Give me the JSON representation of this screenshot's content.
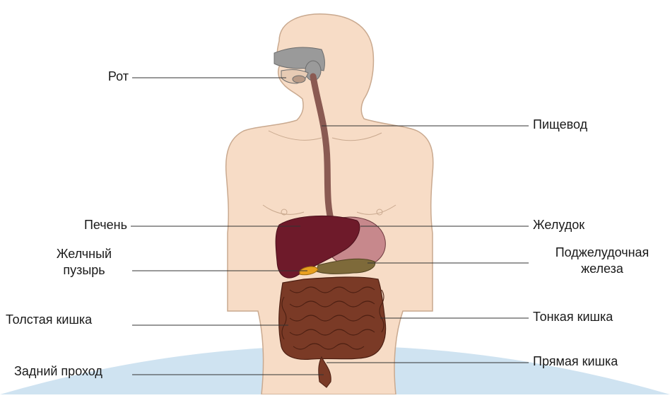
{
  "labels": {
    "mouth": "Рот",
    "esophagus": "Пищевод",
    "liver": "Печень",
    "stomach": "Желудок",
    "gallbladder_line1": "Желчный",
    "gallbladder_line2": "пузырь",
    "pancreas_line1": "Поджелудочная",
    "pancreas_line2": "железа",
    "large_intestine": "Толстая кишка",
    "small_intestine": "Тонкая кишка",
    "rectum": "Прямая кишка",
    "anus": "Задний проход"
  },
  "colors": {
    "skin": "#f7dcc6",
    "skin_outline": "#c9a98f",
    "background_arc": "#cfe3f1",
    "liver": "#6e1a2a",
    "stomach": "#c7888c",
    "intestine": "#7a3a26",
    "esophagus": "#8a5a52",
    "gallbladder": "#e8a020",
    "pancreas": "#7e6a3a",
    "nasal_cavity": "#9a9a9a",
    "leader_line": "#333333"
  }
}
